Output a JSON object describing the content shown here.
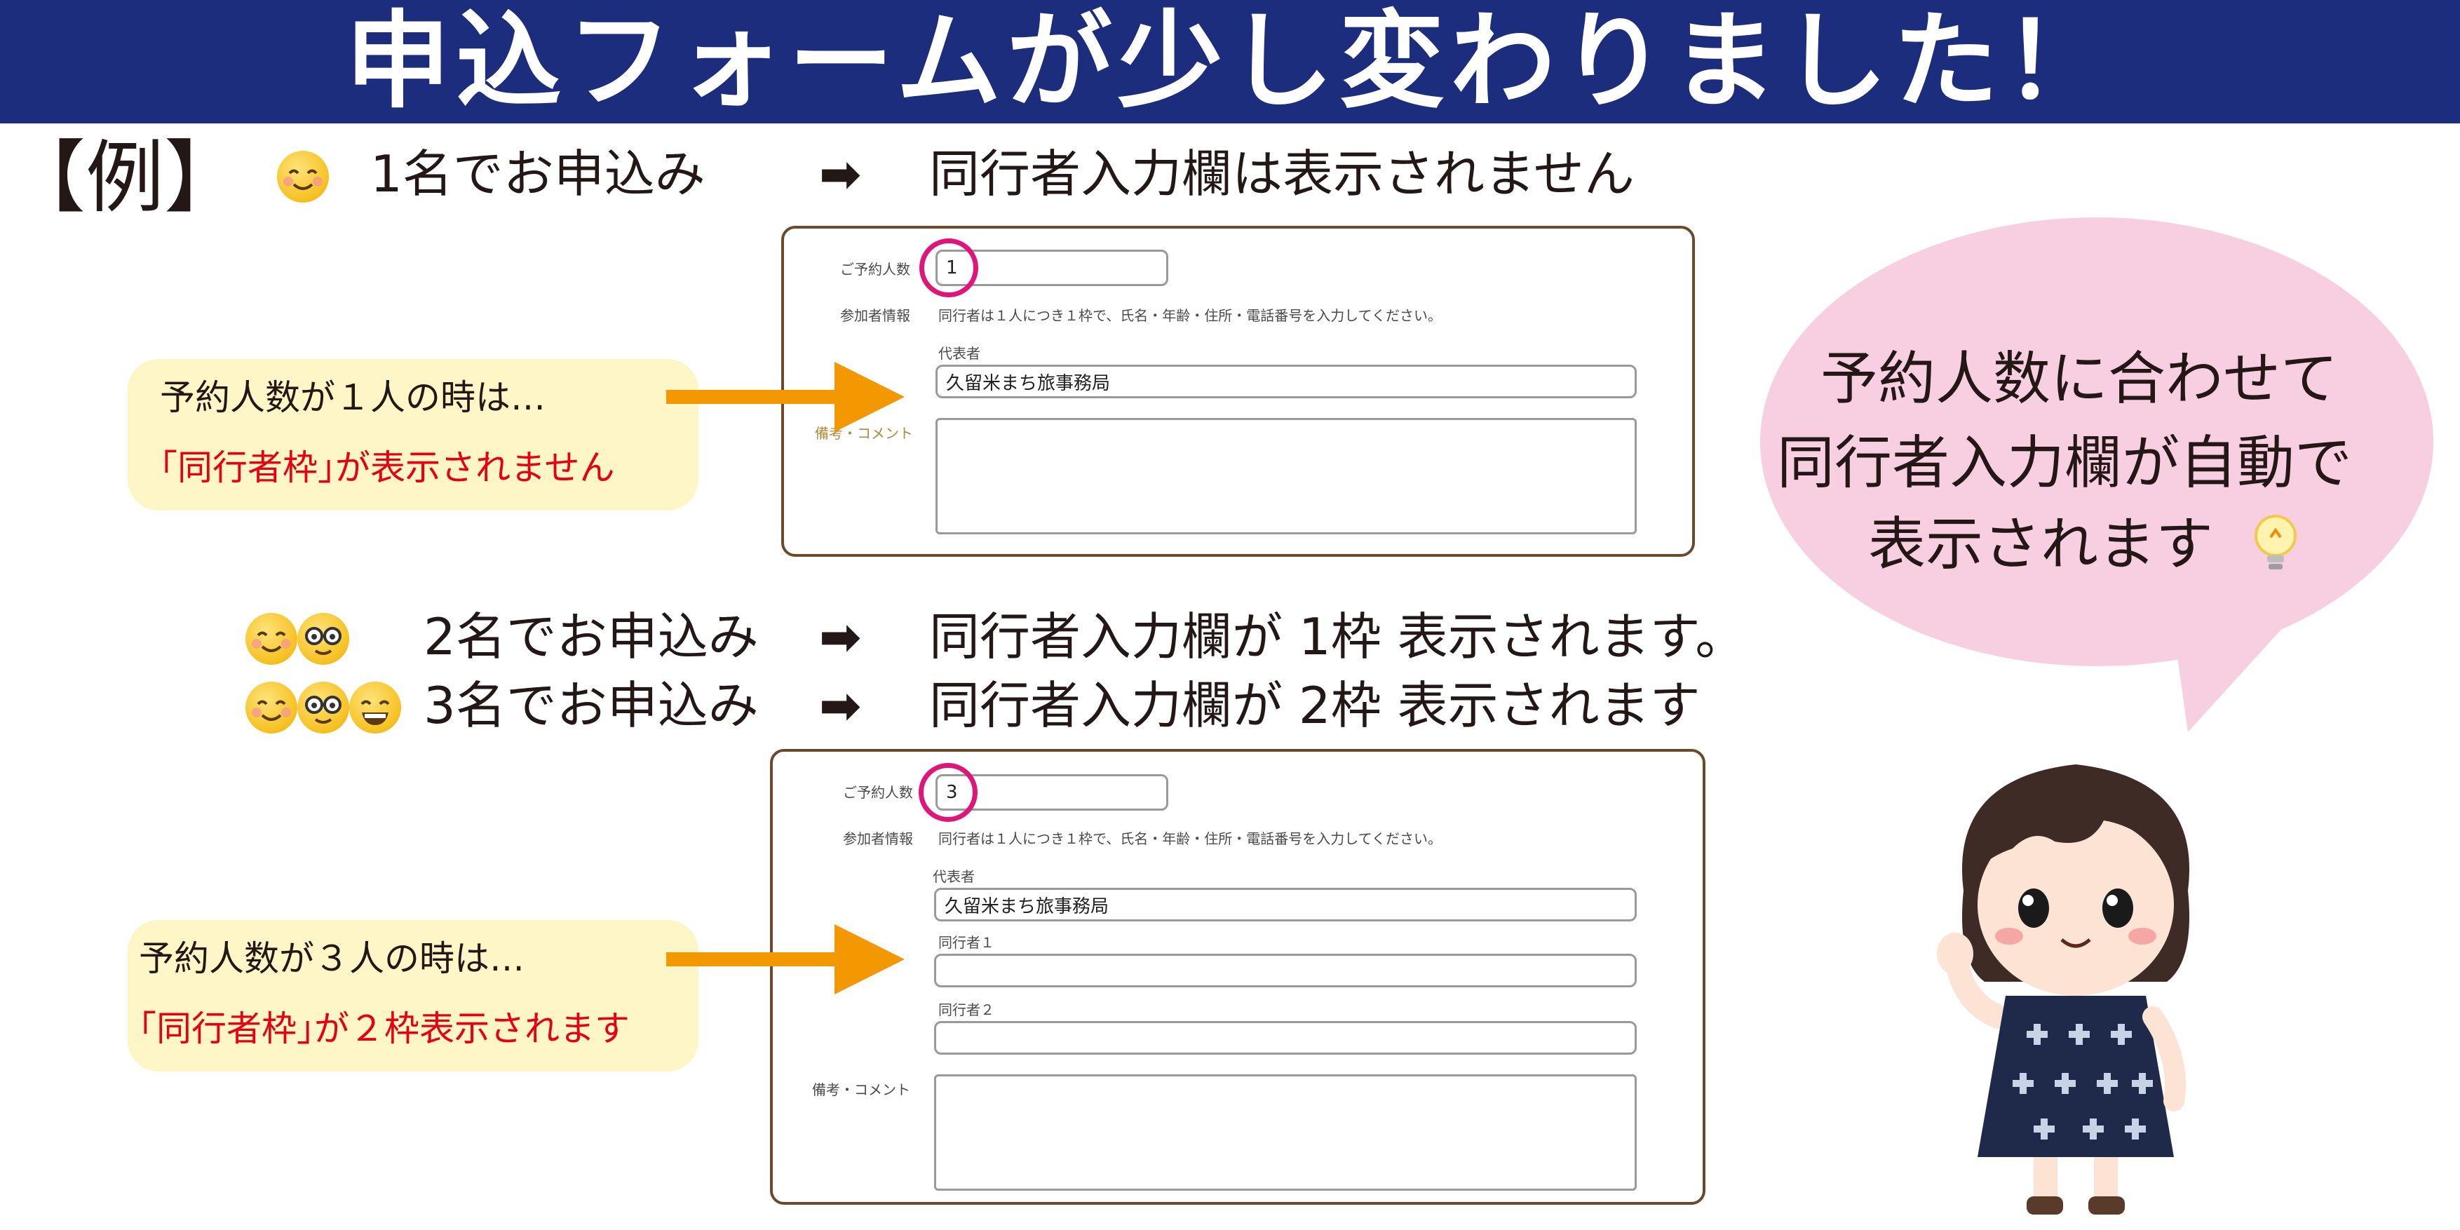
{
  "banner": {
    "title": "申込フォームが少し変わりました！"
  },
  "example_label": "【例】",
  "rows": {
    "one": {
      "left": "1名でお申込み",
      "arrow": "➡",
      "right": "同行者入力欄は表示されません"
    },
    "two": {
      "left": "2名でお申込み",
      "arrow": "➡",
      "right": "同行者入力欄が 1枠 表示されます。"
    },
    "three": {
      "left": "3名でお申込み",
      "arrow": "➡",
      "right": "同行者入力欄が 2枠 表示されます"
    }
  },
  "form1": {
    "count_label": "ご予約人数",
    "count_value": "1",
    "info_label": "参加者情報",
    "info_text": "同行者は１人につき１枠で、氏名・年齢・住所・電話番号を入力してください。",
    "rep_label": "代表者",
    "rep_value": "久留米まち旅事務局",
    "remarks_label": "備考・コメント"
  },
  "form2": {
    "count_label": "ご予約人数",
    "count_value": "3",
    "info_label": "参加者情報",
    "info_text": "同行者は１人につき１枠で、氏名・年齢・住所・電話番号を入力してください。",
    "rep_label": "代表者",
    "rep_value": "久留米まち旅事務局",
    "comp1_label": "同行者１",
    "comp2_label": "同行者２",
    "remarks_label": "備考・コメント"
  },
  "note1": {
    "line1": "予約人数が１人の時は…",
    "line2": "｢同行者枠｣が表示されません"
  },
  "note2": {
    "line1": "予約人数が３人の時は…",
    "line2": "｢同行者枠｣が２枠表示されます"
  },
  "bubble": {
    "line1": "予約人数に合わせて",
    "line2": "同行者入力欄が自動で",
    "line3": "表示されます"
  },
  "colors": {
    "banner": "#1c2d7e",
    "form_border": "#6b4a2b",
    "ring": "#e0157a",
    "arrow": "#f39800",
    "note_bg": "#fff6c8",
    "note_red": "#e60012",
    "bubble_bg": "#f7cfe0"
  },
  "icons": [
    "smiling-face-icon",
    "nerd-face-icon",
    "grinning-face-icon",
    "light-bulb-icon",
    "right-arrow-icon"
  ]
}
